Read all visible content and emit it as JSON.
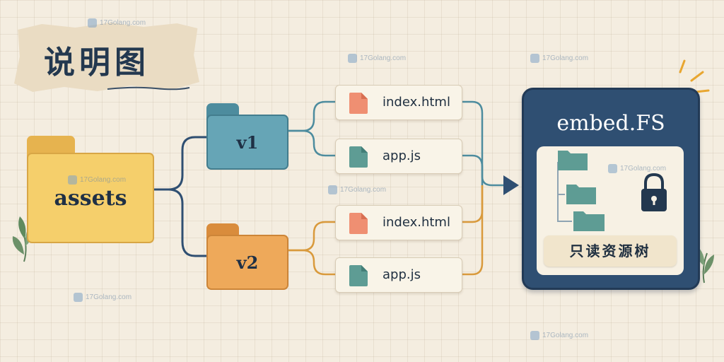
{
  "title": "说明图",
  "folders": {
    "root": "assets",
    "v1": "v1",
    "v2": "v2"
  },
  "files": {
    "v1_index": "index.html",
    "v1_app": "app.js",
    "v2_index": "index.html",
    "v2_app": "app.js"
  },
  "embed": {
    "title": "embed.FS",
    "subtitle": "只读资源树"
  },
  "watermark": "17Golang.com",
  "colors": {
    "navy": "#2f4f72",
    "teal": "#66a5b6",
    "orange": "#eea95a",
    "yellow": "#f5cf6b",
    "file_html": "#ef8f72",
    "file_js": "#5e9c94",
    "background": "#f4ede0"
  },
  "icons": [
    "folder-icon",
    "html-file-icon",
    "js-file-icon",
    "lock-icon",
    "tree-icon",
    "leaf-icon",
    "arrow-right-icon"
  ]
}
